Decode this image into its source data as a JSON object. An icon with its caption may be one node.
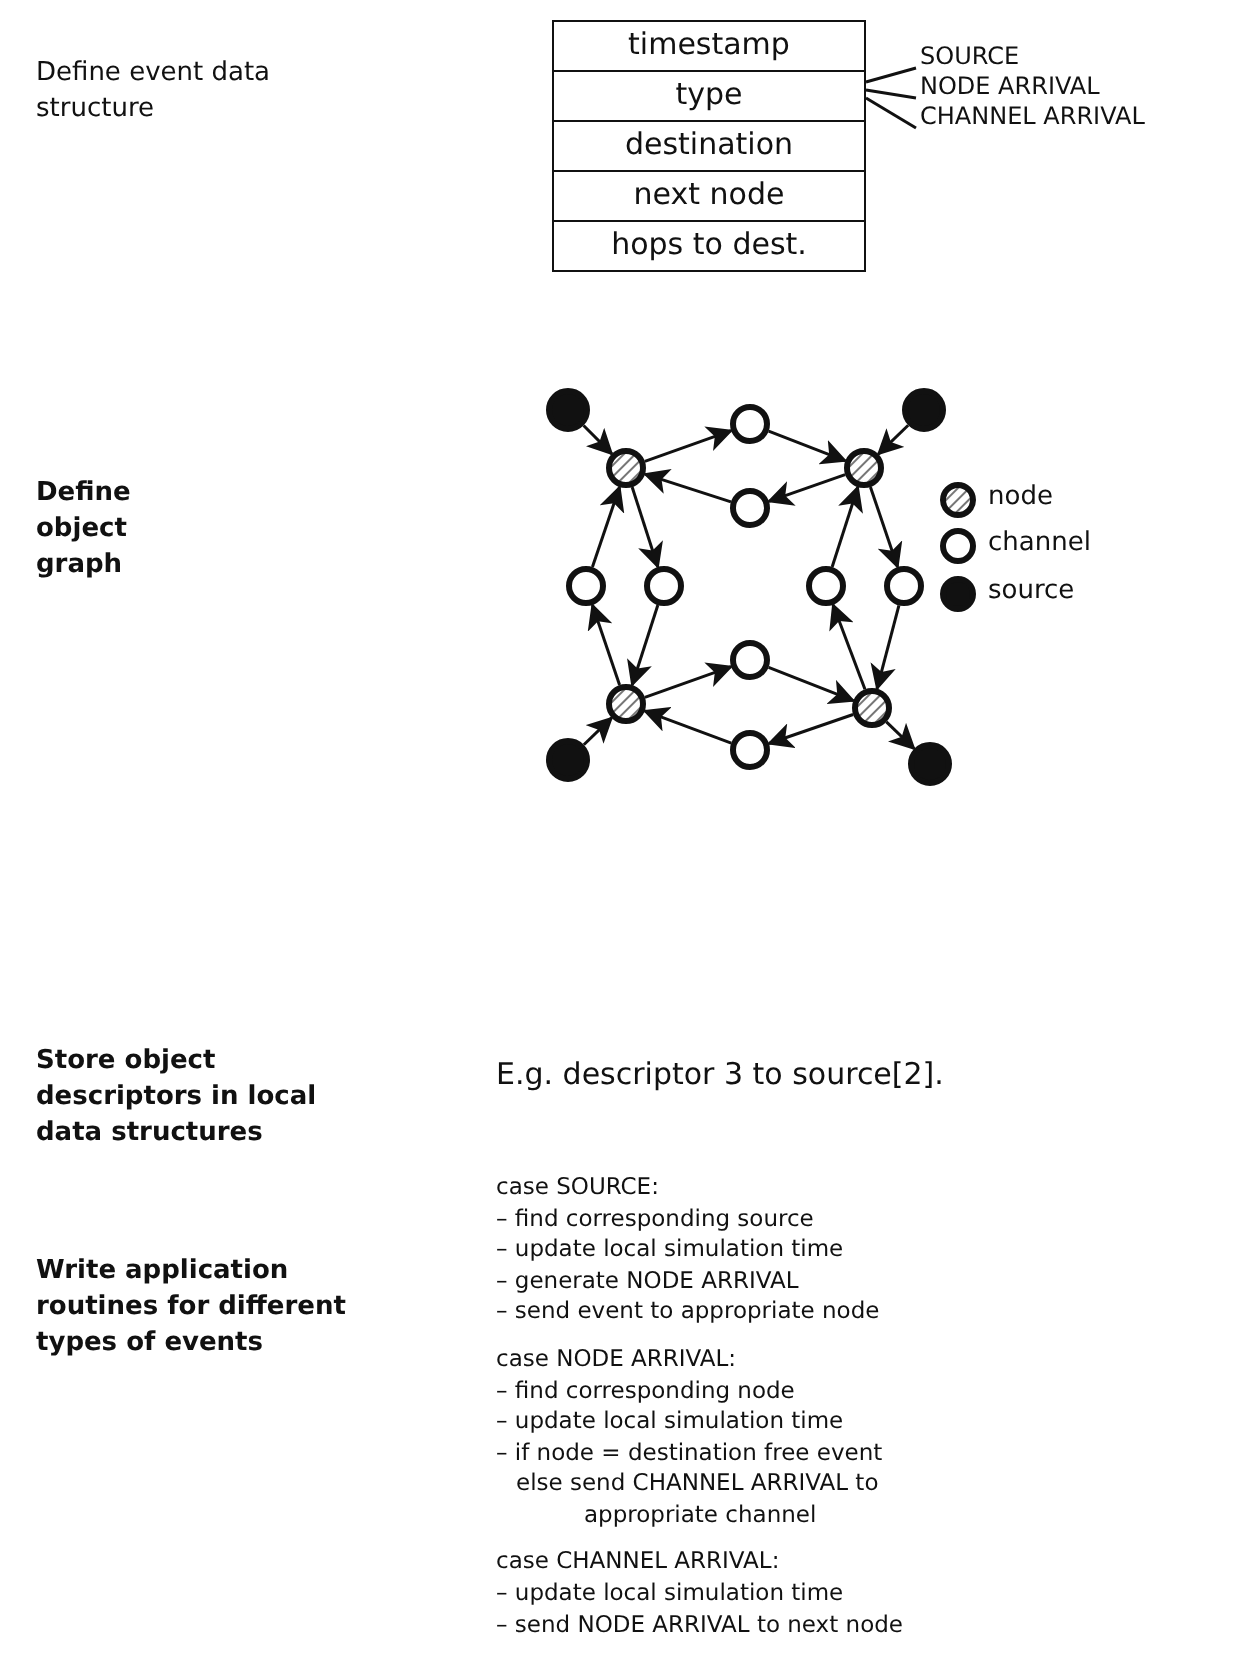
{
  "diagram": {
    "nodes": [
      {
        "text": [
          "timestamp"
        ]
      },
      {
        "text": [
          "type"
        ]
      },
      {
        "text": [
          "destination"
        ]
      },
      {
        "text": [
          "next node"
        ]
      },
      {
        "text": [
          "hops to dest."
        ]
      },
      {
        "text": [
          "SOURCE"
        ]
      },
      {
        "text": [
          "NODE ARRIVAL"
        ]
      },
      {
        "text": [
          "CHANNEL ARRIVAL"
        ]
      },
      {
        "text": [],
        "shape": "circle"
      },
      {
        "text": [],
        "shape": "circle"
      },
      {
        "text": [],
        "shape": "circle"
      },
      {
        "text": [],
        "shape": "circle"
      },
      {
        "text": [],
        "shape": "circle"
      },
      {
        "text": [],
        "shape": "circle"
      },
      {
        "text": [],
        "shape": "circle"
      },
      {
        "text": [],
        "shape": "circle"
      },
      {
        "text": [],
        "shape": "circle"
      },
      {
        "text": [],
        "shape": "circle"
      },
      {
        "text": [],
        "shape": "circle"
      },
      {
        "text": [],
        "shape": "circle"
      },
      {
        "text": [],
        "shape": "circle"
      },
      {
        "text": [],
        "shape": "circle"
      },
      {
        "text": [],
        "shape": "circle"
      },
      {
        "text": [],
        "shape": "circle"
      }
    ],
    "edges": [
      {
        "from": 1,
        "to": 5,
        "arrow": "none"
      },
      {
        "from": 1,
        "to": 6,
        "arrow": "none"
      },
      {
        "from": 1,
        "to": 7,
        "arrow": "none"
      },
      {
        "from": 8,
        "to": 10,
        "arrow": "to"
      },
      {
        "from": 9,
        "to": 12,
        "arrow": "to"
      },
      {
        "from": 22,
        "to": 19,
        "arrow": "to"
      },
      {
        "from": 20,
        "to": 23,
        "arrow": "to"
      },
      {
        "from": 10,
        "to": 11,
        "arrow": "to"
      },
      {
        "from": 11,
        "to": 12,
        "arrow": "to"
      },
      {
        "from": 12,
        "to": 13,
        "arrow": "to"
      },
      {
        "from": 13,
        "to": 10,
        "arrow": "to"
      },
      {
        "from": 10,
        "to": 15,
        "arrow": "to"
      },
      {
        "from": 15,
        "to": 19,
        "arrow": "to"
      },
      {
        "from": 19,
        "to": 14,
        "arrow": "to"
      },
      {
        "from": 14,
        "to": 10,
        "arrow": "to"
      },
      {
        "from": 12,
        "to": 17,
        "arrow": "to"
      },
      {
        "from": 17,
        "to": 20,
        "arrow": "to"
      },
      {
        "from": 20,
        "to": 16,
        "arrow": "to"
      },
      {
        "from": 16,
        "to": 12,
        "arrow": "to"
      },
      {
        "from": 19,
        "to": 18,
        "arrow": "to"
      },
      {
        "from": 18,
        "to": 20,
        "arrow": "to"
      },
      {
        "from": 20,
        "to": 21,
        "arrow": "to"
      },
      {
        "from": 21,
        "to": 19,
        "arrow": "to"
      }
    ],
    "labels": [
      "Define event data structure",
      "Define object graph",
      "Store object descriptors in local data structures",
      "E.g. descriptor 3 to source[2].",
      "Write application routines for different types of events",
      "case SOURCE:",
      "– find corresponding source",
      "– update local simulation time",
      "– generate NODE ARRIVAL",
      "– send event to appropriate node",
      "case NODE ARRIVAL:",
      "– find corresponding node",
      "– update local simulation time",
      "– if node = destination free event",
      "else send CHANNEL ARRIVAL to",
      "appropriate channel",
      "case CHANNEL ARRIVAL:",
      "– update local simulation time",
      "– send NODE ARRIVAL to next node"
    ],
    "legend": [
      {
        "text": "node"
      },
      {
        "text": "channel"
      },
      {
        "text": "source"
      }
    ]
  }
}
